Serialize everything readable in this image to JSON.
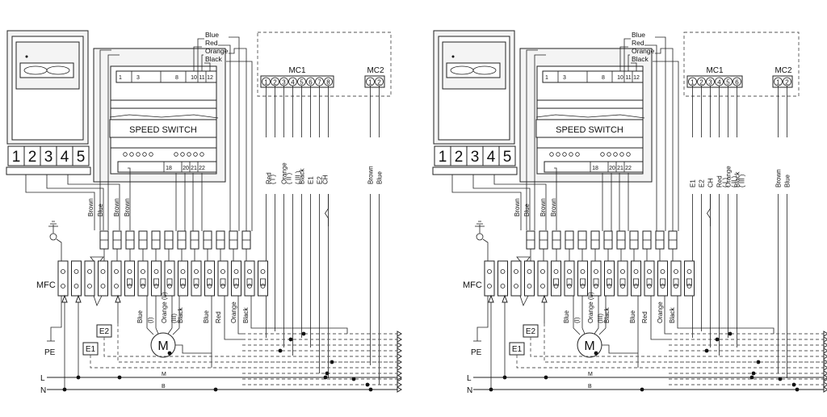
{
  "diagrams": [
    {
      "speed_switch": {
        "label": "SPEED SWITCH",
        "top_terminals": [
          "1",
          "3",
          "8",
          "10",
          "11",
          "12"
        ],
        "bottom_terminals": [
          "18",
          "20",
          "21",
          "22"
        ]
      },
      "control_digits": [
        "1",
        "2",
        "3",
        "4",
        "5"
      ],
      "top_wire_labels": [
        "Blue",
        "Red",
        "Orange",
        "Black"
      ],
      "mc1": {
        "label": "MC1",
        "terminals": [
          "1",
          "2",
          "3",
          "4",
          "5",
          "6",
          "7",
          "8"
        ]
      },
      "mc2": {
        "label": "MC2",
        "terminals": [
          "1",
          "2"
        ]
      },
      "wire_labels": [
        "Brown",
        "Blue",
        "Brown",
        "Brown"
      ],
      "vertical_labels": [
        "Red",
        "( I )",
        "Orange",
        "( II )",
        "Black",
        "( III )",
        "E1",
        "E2",
        "CH",
        "Brown",
        "Blue"
      ],
      "motor_labels": [
        "Blue",
        "(I)",
        "Orange (II)",
        "(III)",
        "Black",
        "Blue",
        "Red",
        "Orange",
        "Black"
      ],
      "motor": "M",
      "mfc": "MFC",
      "pe": "PE",
      "e1": "E1",
      "e2": "E2",
      "l": "L",
      "n": "N",
      "m": "M",
      "b": "B"
    },
    {
      "speed_switch": {
        "label": "SPEED SWITCH",
        "top_terminals": [
          "1",
          "3",
          "8",
          "10",
          "11",
          "12"
        ],
        "bottom_terminals": [
          "18",
          "20",
          "21",
          "22"
        ]
      },
      "control_digits": [
        "1",
        "2",
        "3",
        "4",
        "5"
      ],
      "top_wire_labels": [
        "Blue",
        "Red",
        "Orange",
        "Black"
      ],
      "mc1": {
        "label": "MC1",
        "terminals": [
          "1",
          "2",
          "3",
          "4",
          "5",
          "6"
        ]
      },
      "mc2": {
        "label": "MC2",
        "terminals": [
          "1",
          "2"
        ]
      },
      "wire_labels": [
        "Brown",
        "Blue",
        "Brown",
        "Brown"
      ],
      "vertical_labels": [
        "E1",
        "E2",
        "CH",
        "Red",
        "( I )",
        "Orange",
        "( II )",
        "Black",
        "( III )",
        "Brown",
        "Blue"
      ],
      "motor_labels": [
        "Blue",
        "(I)",
        "Orange (II)",
        "(III)",
        "Black",
        "Blue",
        "Red",
        "Orange",
        "Black"
      ],
      "motor": "M",
      "mfc": "MFC",
      "pe": "PE",
      "e1": "E1",
      "e2": "E2",
      "l": "L",
      "n": "N",
      "m": "M",
      "b": "B"
    }
  ]
}
